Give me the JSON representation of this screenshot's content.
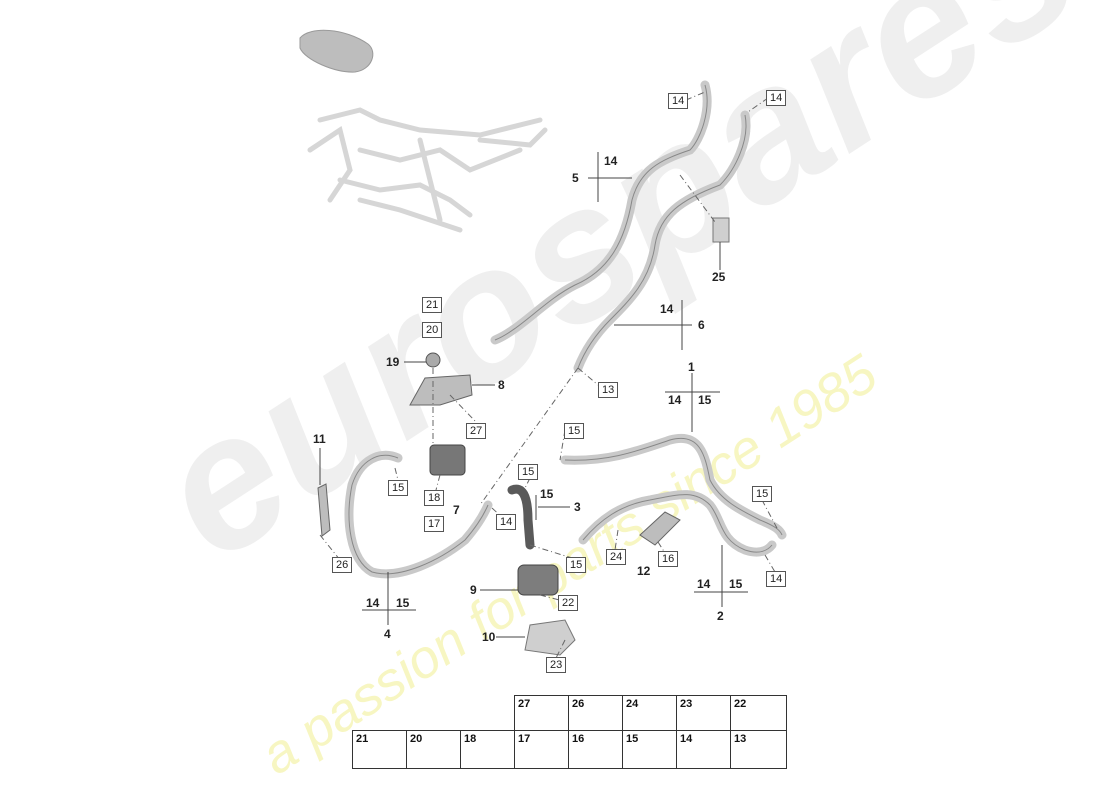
{
  "watermark": {
    "brand": "eurospares",
    "tagline": "a passion for parts since 1985"
  },
  "callouts": {
    "c1": "1",
    "c2": "2",
    "c3": "3",
    "c4": "4",
    "c5": "5",
    "c6": "6",
    "c7": "7",
    "c8": "8",
    "c9": "9",
    "c10": "10",
    "c11": "11",
    "c12": "12",
    "c19": "19",
    "c25": "25"
  },
  "group_labels": {
    "g5": "14",
    "g6": "14",
    "g1a": "14",
    "g1b": "15",
    "g2a": "14",
    "g2b": "15",
    "g3": "15",
    "g4a": "14",
    "g4b": "15"
  },
  "box_labels": {
    "b14a": "14",
    "b14b": "14",
    "b13": "13",
    "b21": "21",
    "b20": "20",
    "b27": "27",
    "b15a": "15",
    "b15b": "15",
    "b15c": "15",
    "b15d": "15",
    "b15e": "15",
    "b18": "18",
    "b17": "17",
    "b14c": "14",
    "b24": "24",
    "b16": "16",
    "b14d": "14",
    "b26": "26",
    "b22": "22",
    "b23": "23"
  },
  "legend": {
    "top": [
      "27",
      "26",
      "24",
      "23",
      "22"
    ],
    "bottom": [
      "21",
      "20",
      "18",
      "17",
      "16",
      "15",
      "14",
      "13"
    ]
  }
}
